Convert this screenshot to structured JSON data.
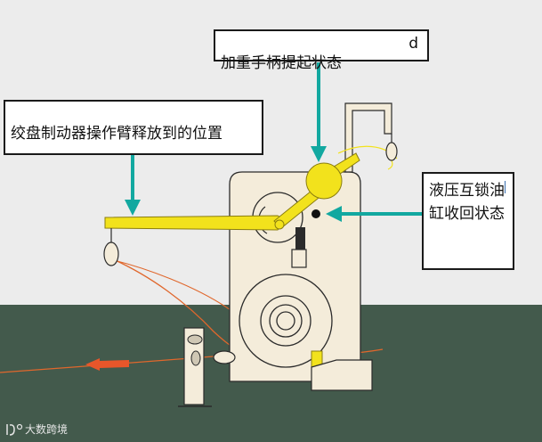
{
  "labels": {
    "handle": "加重手柄提起状态",
    "handle_mark": "d",
    "arm": "绞盘制动器操作臂释放到的位置",
    "lock": "液压互锁油缸收回状态"
  },
  "watermark": "大数跨境",
  "colors": {
    "background": "#ececec",
    "floor": "#435a4c",
    "machine_body": "#f4ecda",
    "yellow_parts": "#f2e21c",
    "teal_arrows": "#12a8a0",
    "rope": "#e0672c",
    "outline": "#2b2b2b"
  },
  "icons": {
    "watermark": "brand-logo-icon"
  }
}
